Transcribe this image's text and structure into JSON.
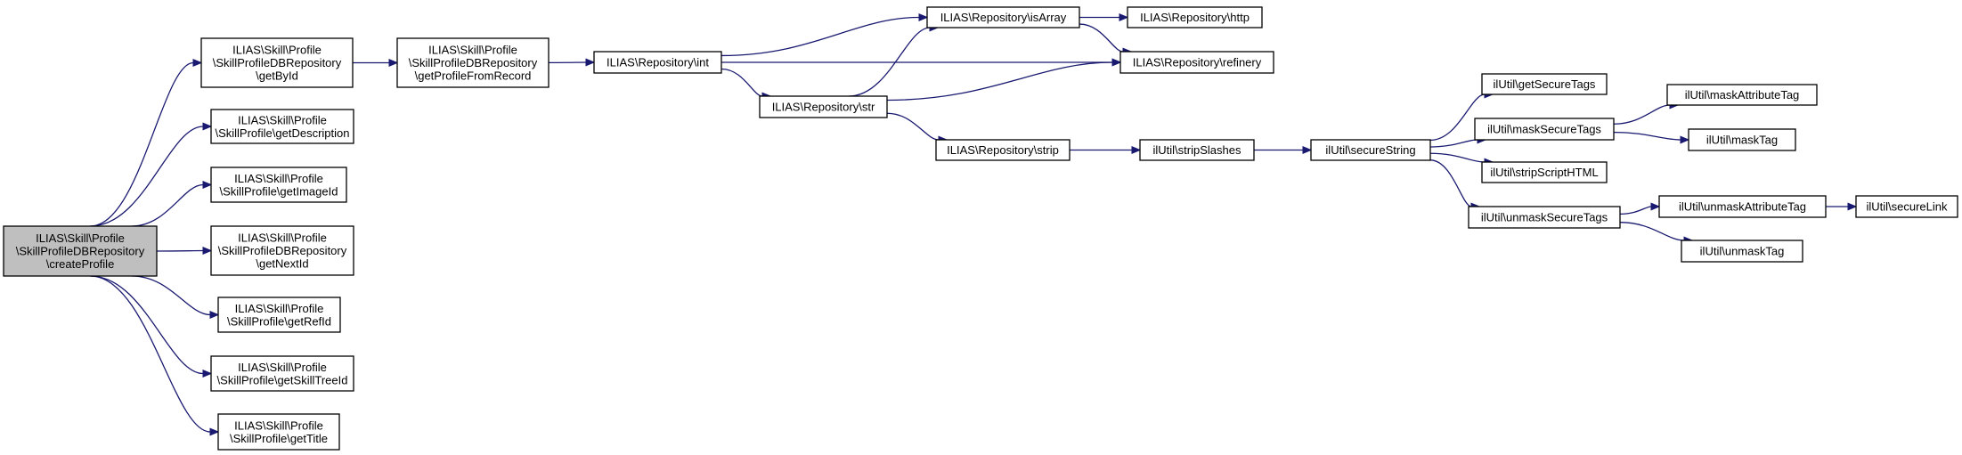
{
  "colors": {
    "edge": "#191970",
    "root_fill": "#bfbfbf",
    "node_fill": "#ffffff",
    "border": "#000000"
  },
  "nodes": [
    {
      "id": "createProfile",
      "lines": [
        "ILIAS\\Skill\\Profile",
        "\\SkillProfileDBRepository",
        "\\createProfile"
      ],
      "root": true
    },
    {
      "id": "getById",
      "lines": [
        "ILIAS\\Skill\\Profile",
        "\\SkillProfileDBRepository",
        "\\getById"
      ]
    },
    {
      "id": "getDescription",
      "lines": [
        "ILIAS\\Skill\\Profile",
        "\\SkillProfile\\getDescription"
      ]
    },
    {
      "id": "getImageId",
      "lines": [
        "ILIAS\\Skill\\Profile",
        "\\SkillProfile\\getImageId"
      ]
    },
    {
      "id": "getNextId",
      "lines": [
        "ILIAS\\Skill\\Profile",
        "\\SkillProfileDBRepository",
        "\\getNextId"
      ]
    },
    {
      "id": "getRefId",
      "lines": [
        "ILIAS\\Skill\\Profile",
        "\\SkillProfile\\getRefId"
      ]
    },
    {
      "id": "getSkillTreeId",
      "lines": [
        "ILIAS\\Skill\\Profile",
        "\\SkillProfile\\getSkillTreeId"
      ]
    },
    {
      "id": "getTitle",
      "lines": [
        "ILIAS\\Skill\\Profile",
        "\\SkillProfile\\getTitle"
      ]
    },
    {
      "id": "getProfileFromRecord",
      "lines": [
        "ILIAS\\Skill\\Profile",
        "\\SkillProfileDBRepository",
        "\\getProfileFromRecord"
      ]
    },
    {
      "id": "int",
      "lines": [
        "ILIAS\\Repository\\int"
      ]
    },
    {
      "id": "isArray",
      "lines": [
        "ILIAS\\Repository\\isArray"
      ]
    },
    {
      "id": "http",
      "lines": [
        "ILIAS\\Repository\\http"
      ]
    },
    {
      "id": "refinery",
      "lines": [
        "ILIAS\\Repository\\refinery"
      ]
    },
    {
      "id": "str",
      "lines": [
        "ILIAS\\Repository\\str"
      ]
    },
    {
      "id": "strip",
      "lines": [
        "ILIAS\\Repository\\strip"
      ]
    },
    {
      "id": "stripSlashes",
      "lines": [
        "ilUtil\\stripSlashes"
      ]
    },
    {
      "id": "secureString",
      "lines": [
        "ilUtil\\secureString"
      ]
    },
    {
      "id": "getSecureTags",
      "lines": [
        "ilUtil\\getSecureTags"
      ]
    },
    {
      "id": "maskSecureTags",
      "lines": [
        "ilUtil\\maskSecureTags"
      ]
    },
    {
      "id": "stripScriptHTML",
      "lines": [
        "ilUtil\\stripScriptHTML"
      ]
    },
    {
      "id": "unmaskSecureTags",
      "lines": [
        "ilUtil\\unmaskSecureTags"
      ]
    },
    {
      "id": "maskAttributeTag",
      "lines": [
        "ilUtil\\maskAttributeTag"
      ]
    },
    {
      "id": "maskTag",
      "lines": [
        "ilUtil\\maskTag"
      ]
    },
    {
      "id": "unmaskAttributeTag",
      "lines": [
        "ilUtil\\unmaskAttributeTag"
      ]
    },
    {
      "id": "unmaskTag",
      "lines": [
        "ilUtil\\unmaskTag"
      ]
    },
    {
      "id": "secureLink",
      "lines": [
        "ilUtil\\secureLink"
      ]
    }
  ],
  "edges": [
    [
      "createProfile",
      "getById"
    ],
    [
      "createProfile",
      "getDescription"
    ],
    [
      "createProfile",
      "getImageId"
    ],
    [
      "createProfile",
      "getNextId"
    ],
    [
      "createProfile",
      "getRefId"
    ],
    [
      "createProfile",
      "getSkillTreeId"
    ],
    [
      "createProfile",
      "getTitle"
    ],
    [
      "getById",
      "getProfileFromRecord"
    ],
    [
      "getProfileFromRecord",
      "int"
    ],
    [
      "int",
      "isArray"
    ],
    [
      "int",
      "refinery"
    ],
    [
      "int",
      "str"
    ],
    [
      "isArray",
      "http"
    ],
    [
      "isArray",
      "refinery"
    ],
    [
      "str",
      "isArray"
    ],
    [
      "str",
      "refinery"
    ],
    [
      "str",
      "strip"
    ],
    [
      "strip",
      "stripSlashes"
    ],
    [
      "stripSlashes",
      "secureString"
    ],
    [
      "secureString",
      "getSecureTags"
    ],
    [
      "secureString",
      "maskSecureTags"
    ],
    [
      "secureString",
      "stripScriptHTML"
    ],
    [
      "secureString",
      "unmaskSecureTags"
    ],
    [
      "maskSecureTags",
      "maskAttributeTag"
    ],
    [
      "maskSecureTags",
      "maskTag"
    ],
    [
      "unmaskSecureTags",
      "unmaskAttributeTag"
    ],
    [
      "unmaskSecureTags",
      "unmaskTag"
    ],
    [
      "unmaskAttributeTag",
      "secureLink"
    ]
  ]
}
